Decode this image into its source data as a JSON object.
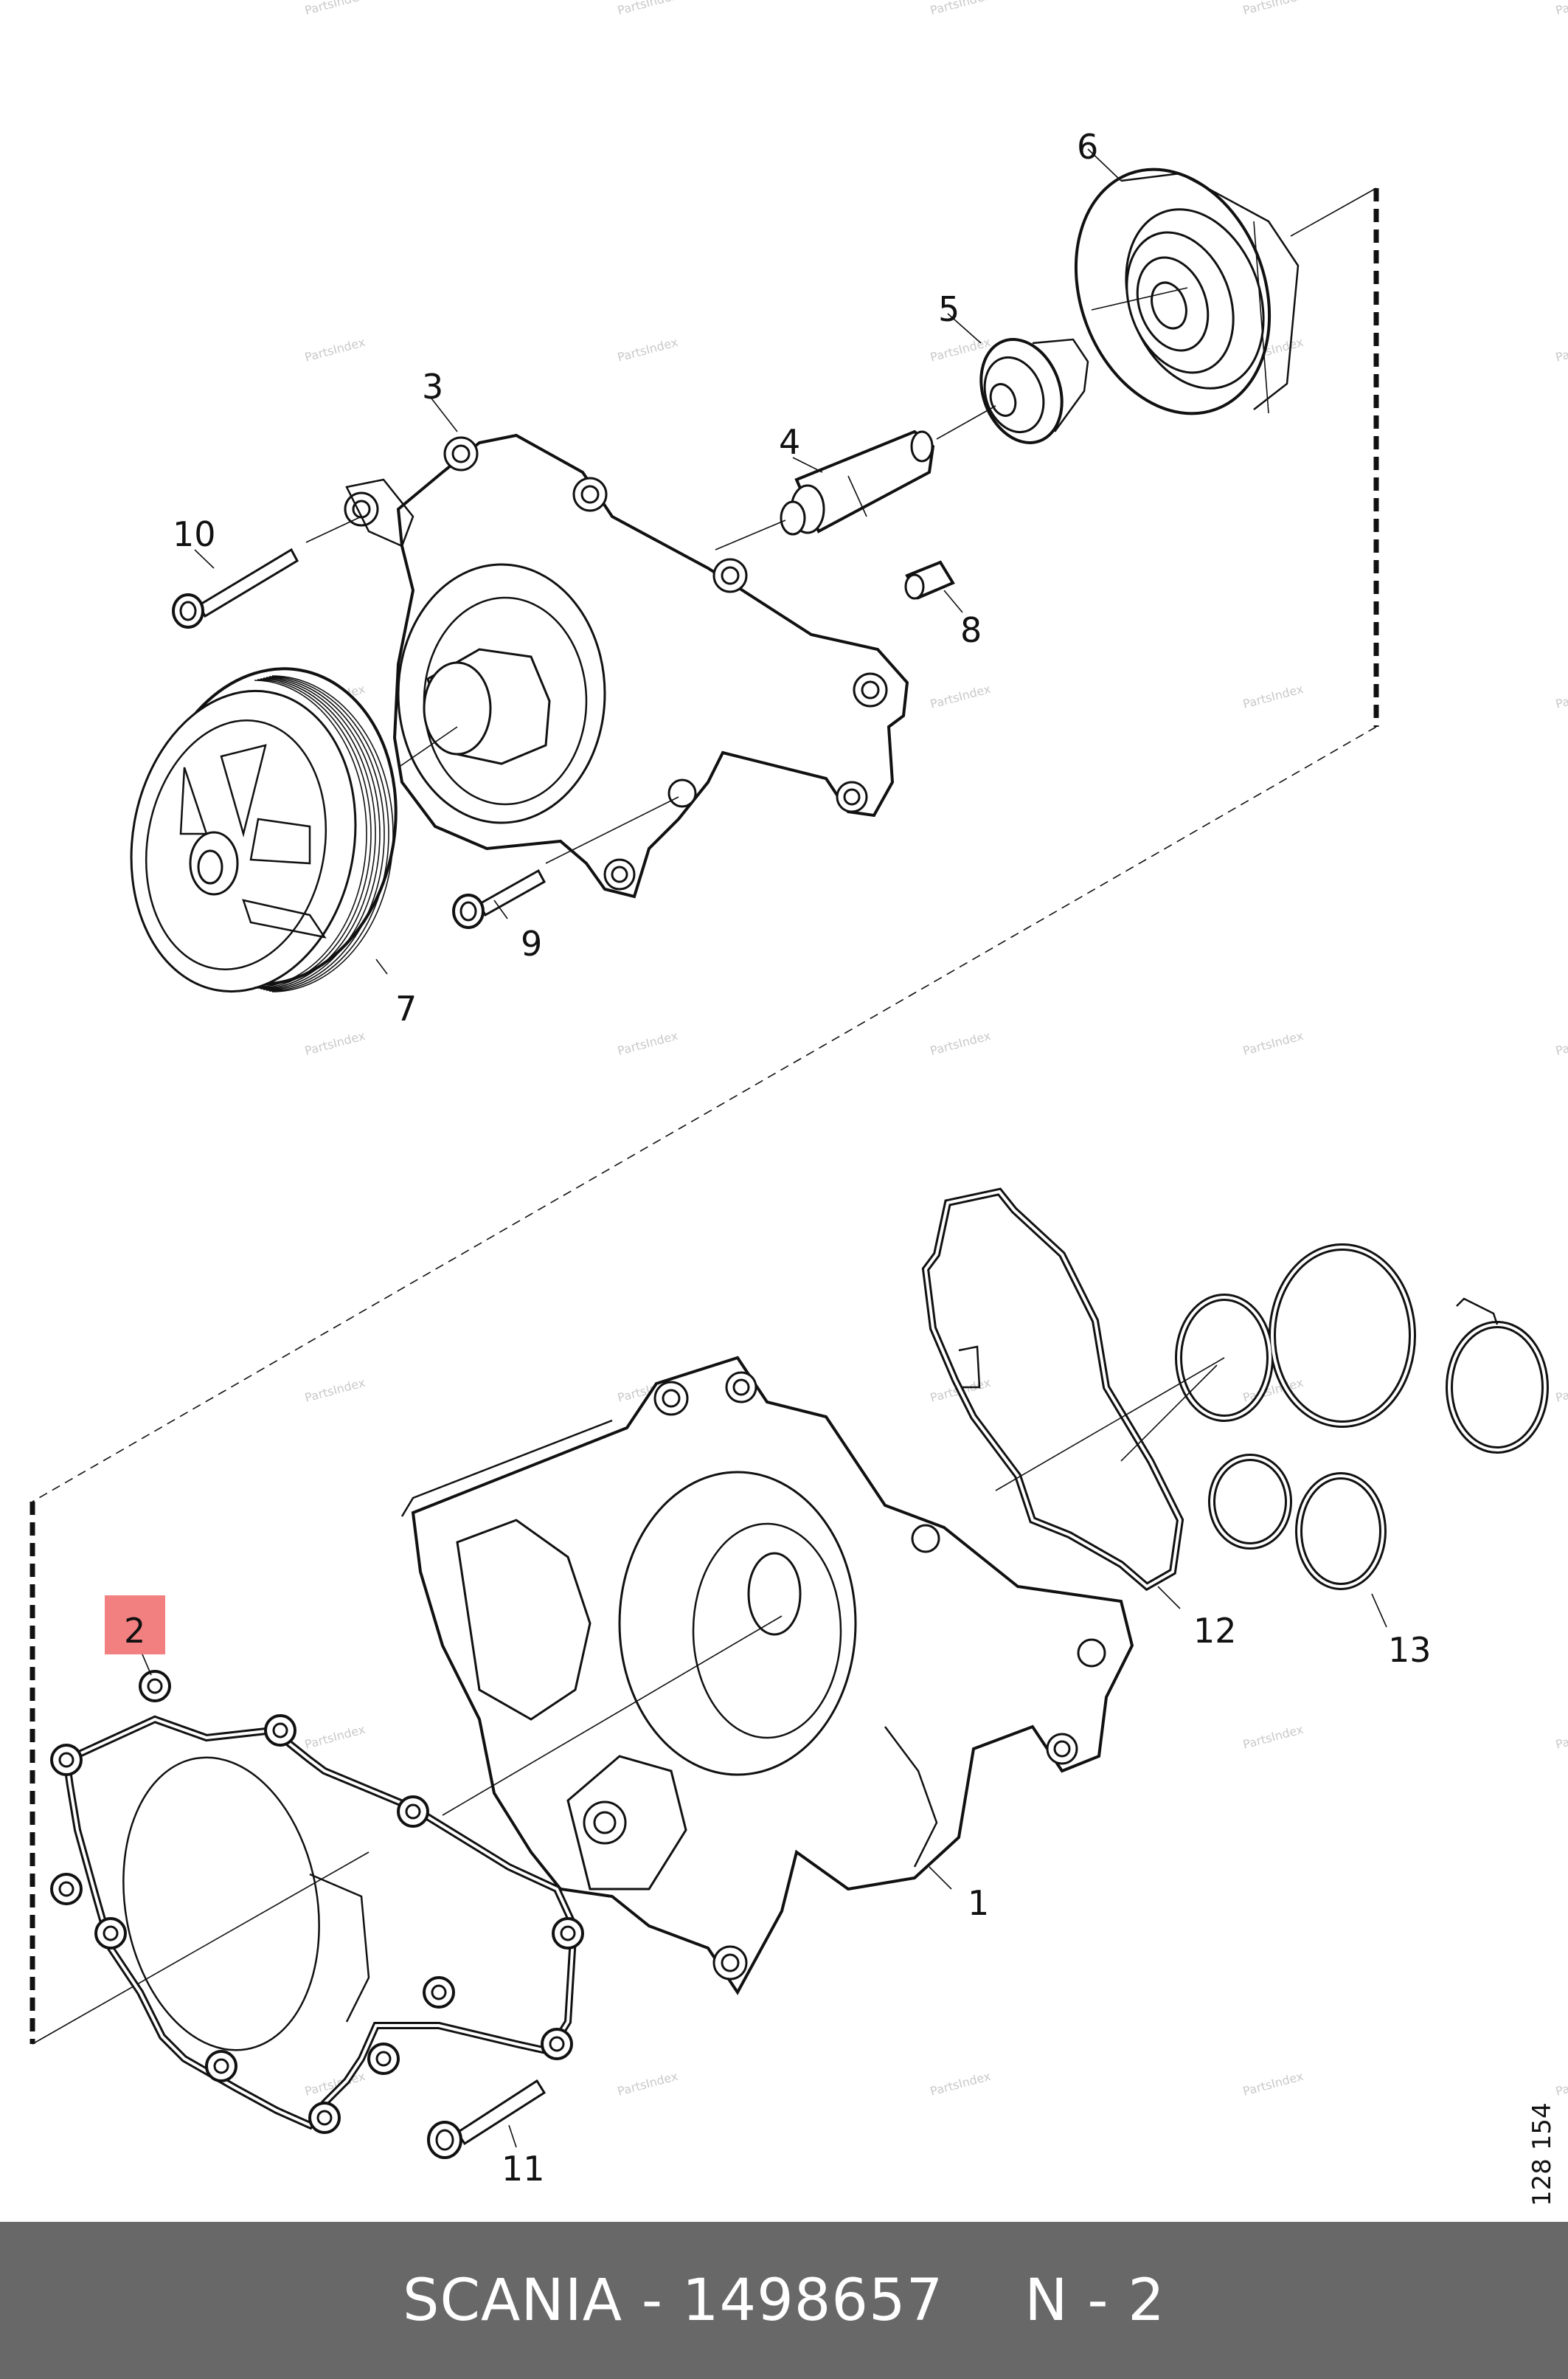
{
  "diagram": {
    "parts": [
      {
        "id": "1",
        "label": "1"
      },
      {
        "id": "2",
        "label": "2",
        "highlighted": true
      },
      {
        "id": "3",
        "label": "3"
      },
      {
        "id": "4",
        "label": "4"
      },
      {
        "id": "5",
        "label": "5"
      },
      {
        "id": "6",
        "label": "6"
      },
      {
        "id": "7",
        "label": "7"
      },
      {
        "id": "8",
        "label": "8"
      },
      {
        "id": "9",
        "label": "9"
      },
      {
        "id": "10",
        "label": "10"
      },
      {
        "id": "11",
        "label": "11"
      },
      {
        "id": "12",
        "label": "12"
      },
      {
        "id": "13",
        "label": "13"
      }
    ],
    "drawing_number": "128 154",
    "watermark": "PartsIndex",
    "highlight_color": "#f28080"
  },
  "footer": {
    "brand_part": "SCANIA - 1498657",
    "position": "N - 2"
  },
  "colors": {
    "footer_bg": "#686868",
    "footer_text": "#ffffff",
    "line": "#111111"
  }
}
